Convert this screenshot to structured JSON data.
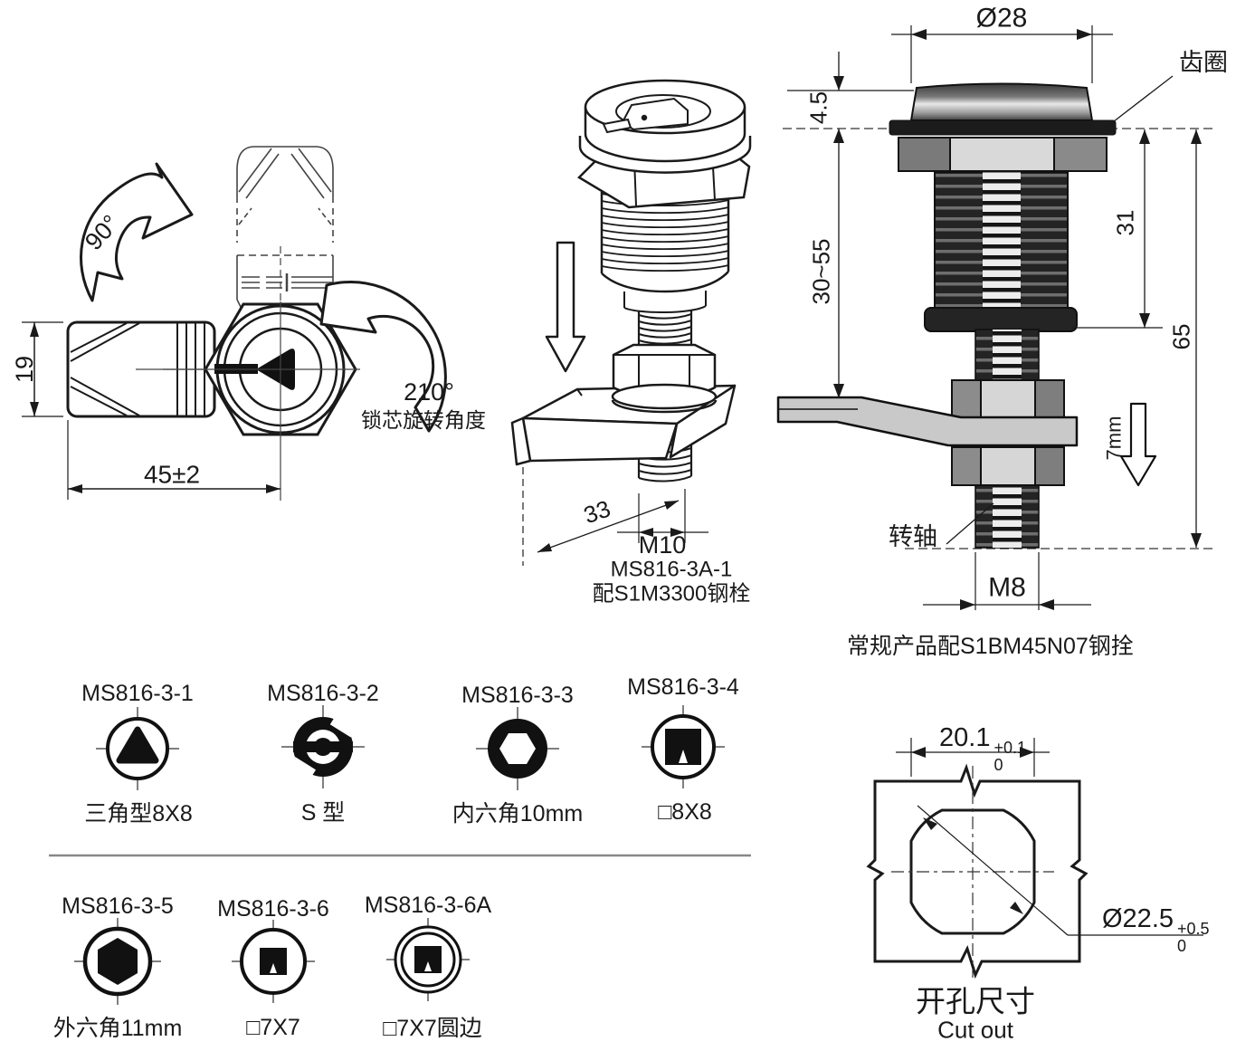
{
  "left_view": {
    "rotate_small": "90°",
    "rotate_large": "210°",
    "rotation_caption": "锁芯旋转角度",
    "body_height_dim": "19",
    "body_length_dim": "45±2"
  },
  "iso_view": {
    "cam_offset_dim": "33",
    "thread_spec": "M10",
    "model": "MS816-3A-1",
    "bolt_note": "配S1M3300钢栓"
  },
  "section_view": {
    "head_dia_dim": "Ø28",
    "head_height_dim": "4.5",
    "gear_ring_label": "齿圈",
    "panel_range_dim": "30~55",
    "thread_length_dim": "31",
    "total_length_dim": "65",
    "travel_dim": "7mm",
    "axle_label": "转轴",
    "stud_thread_spec": "M8",
    "caption": "常规产品配S1BM45N07钢拴"
  },
  "variants": [
    {
      "code": "MS816-3-1",
      "label": "三角型8X8"
    },
    {
      "code": "MS816-3-2",
      "label": "S 型"
    },
    {
      "code": "MS816-3-3",
      "label": "内六角10mm"
    },
    {
      "code": "MS816-3-4",
      "label": "□8X8"
    },
    {
      "code": "MS816-3-5",
      "label": "外六角11mm"
    },
    {
      "code": "MS816-3-6",
      "label": "□7X7"
    },
    {
      "code": "MS816-3-6A",
      "label": "□7X7圆边"
    }
  ],
  "cutout": {
    "width_dim": "20.1",
    "width_tol_upper": "+0.1",
    "width_tol_lower": "0",
    "dia_dim": "Ø22.5",
    "dia_tol_upper": "+0.5",
    "dia_tol_lower": "0",
    "title": "开孔尺寸",
    "subtitle": "Cut out"
  }
}
